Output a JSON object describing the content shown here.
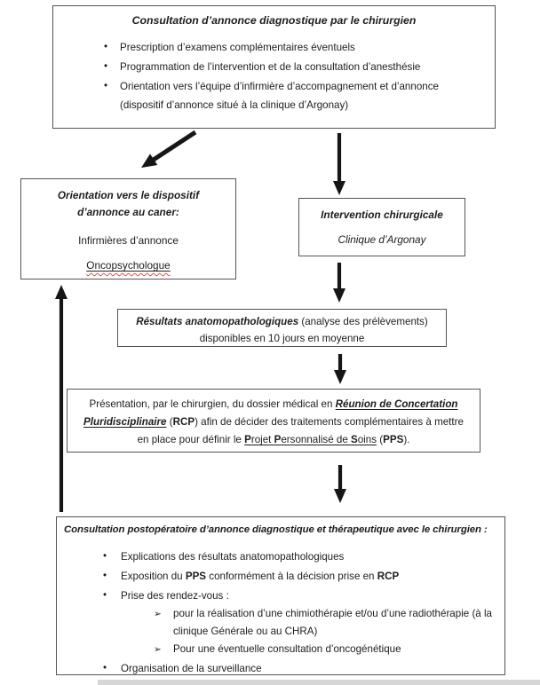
{
  "icons": {
    "bullet": "•",
    "sub_bullet": "➢"
  },
  "colors": {
    "box_border": "#545454",
    "arrow": "#161616",
    "squiggle": "#e05050",
    "edge_strip": "#d6d6d6"
  },
  "top_box": {
    "title": "Consultation d’annonce diagnostique par le chirurgien",
    "bullets": [
      "Prescription d’examens complémentaires éventuels",
      "Programmation de l’intervention et  de la consultation d’anesthésie",
      "Orientation vers l’équipe d’infirmière d’accompagnement et d’annonce (dispositif d’annonce situé à la clinique d’Argonay)"
    ]
  },
  "orientation_box": {
    "title": "Orientation vers le dispositif d’annonce au caner:",
    "item1": "Infirmières d’annonce",
    "item2": "Oncopsychologue"
  },
  "intervention_box": {
    "title": "Intervention chirurgicale",
    "subtitle": "Clinique d’Argonay"
  },
  "resultats_box": {
    "rich": [
      {
        "t": "Résultats anatomopathologiques",
        "b": 1,
        "i": 1
      },
      {
        "t": " (analyse des prélèvements) disponibles en 10 jours en moyenne"
      }
    ]
  },
  "rcp_box": {
    "rich": [
      {
        "t": "Présentation, par le chirurgien, du dossier médical en "
      },
      {
        "t": "Réunion de Concertation Pluridisciplinaire",
        "b": 1,
        "i": 1,
        "u": 1
      },
      {
        "t": " ("
      },
      {
        "t": "RCP",
        "b": 1
      },
      {
        "t": ") afin de décider des traitements complémentaires à mettre en place pour définir le "
      },
      {
        "t": "P",
        "b": 1,
        "u": 1
      },
      {
        "t": "rojet ",
        "u": 1
      },
      {
        "t": "P",
        "b": 1,
        "u": 1
      },
      {
        "t": "ersonnalisé de ",
        "u": 1
      },
      {
        "t": "S",
        "b": 1,
        "u": 1
      },
      {
        "t": "oins",
        "u": 1
      },
      {
        "t": " ("
      },
      {
        "t": "PPS",
        "b": 1
      },
      {
        "t": ")."
      }
    ]
  },
  "postop_box": {
    "title": "Consultation postopératoire d’annonce diagnostique et thérapeutique avec le chirurgien :",
    "bullet1": "Explications des résultats anatomopathologiques",
    "bullet2_rich": [
      {
        "t": "Exposition du "
      },
      {
        "t": "PPS",
        "b": 1
      },
      {
        "t": " conformément à la décision prise en "
      },
      {
        "t": "RCP",
        "b": 1
      }
    ],
    "bullet3": "Prise des rendez-vous :",
    "sub1": "pour la réalisation d’une chimiothérapie et/ou d’une radiothérapie (à la clinique Générale ou au CHRA)",
    "sub2": "Pour une éventuelle consultation d’oncogénétique",
    "bullet4": "Organisation de la surveillance"
  }
}
